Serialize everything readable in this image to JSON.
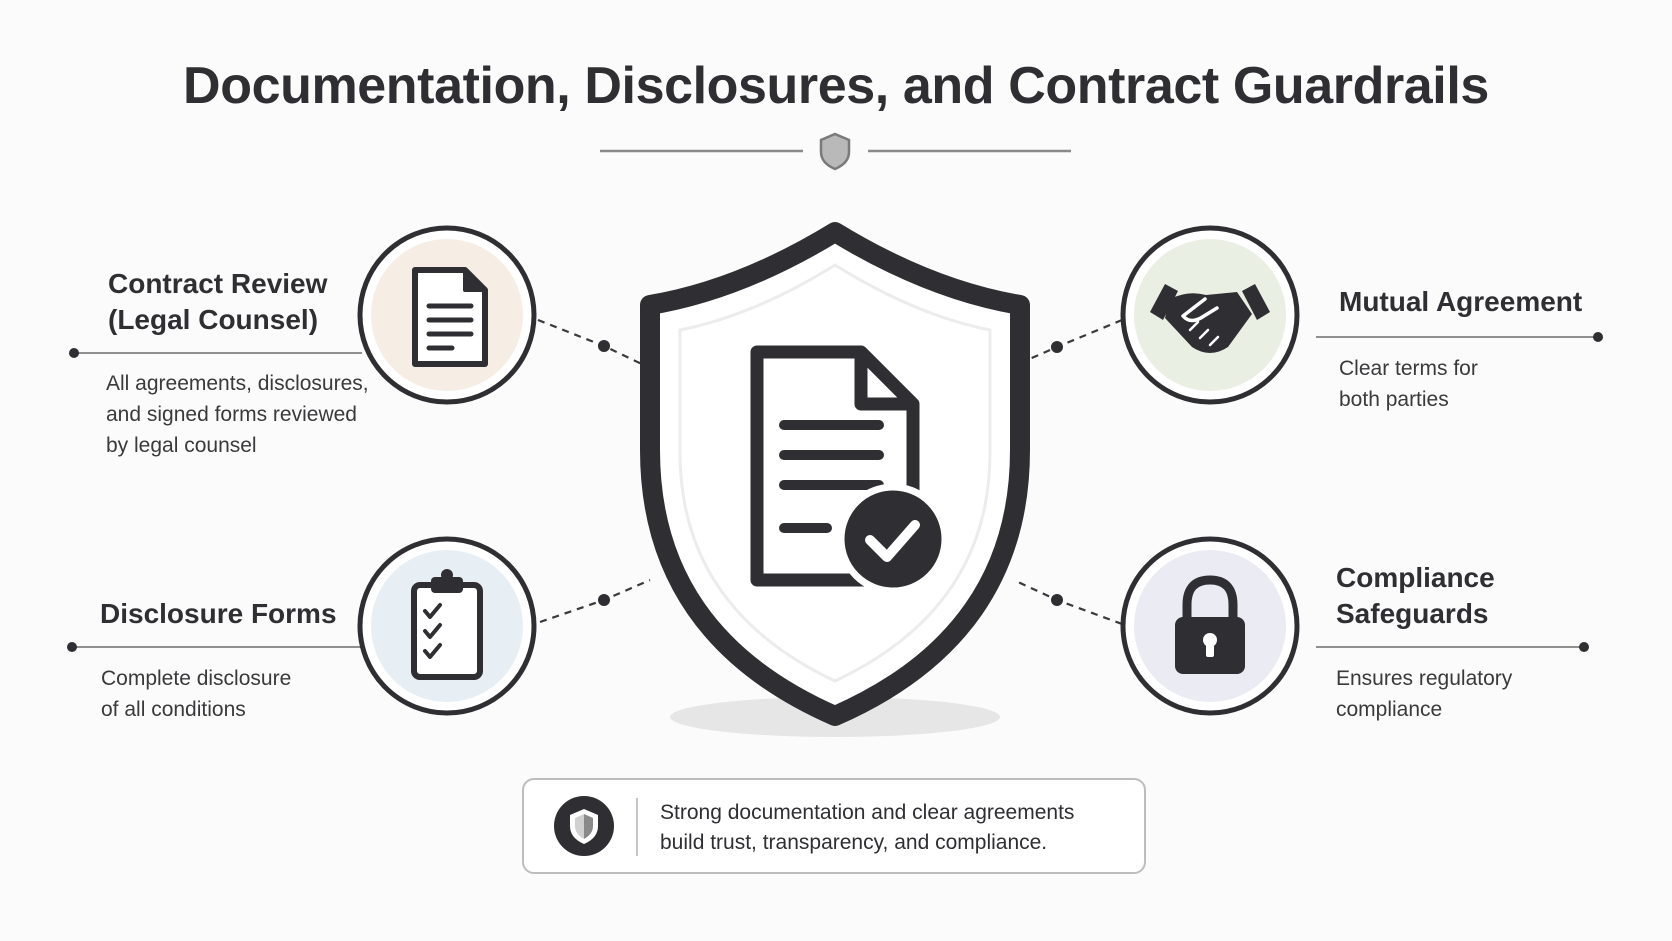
{
  "title": "Documentation, Disclosures, and Contract Guardrails",
  "center": {
    "icon": "shield-document-check-icon"
  },
  "items": {
    "contract_review": {
      "heading": "Contract Review\n(Legal Counsel)",
      "description": "All agreements, disclosures,\nand signed forms reviewed\nby legal counsel",
      "icon": "document-icon"
    },
    "disclosure_forms": {
      "heading": "Disclosure Forms",
      "description": "Complete disclosure\nof all conditions",
      "icon": "clipboard-checklist-icon"
    },
    "mutual_agreement": {
      "heading": "Mutual Agreement",
      "description": "Clear terms for\nboth parties",
      "icon": "handshake-icon"
    },
    "compliance_safeguards": {
      "heading": "Compliance\nSafeguards",
      "description": "Ensures regulatory\ncompliance",
      "icon": "padlock-icon"
    }
  },
  "note": {
    "text": "Strong documentation and clear agreements\nbuild trust, transparency, and compliance.",
    "icon": "shield-icon"
  },
  "colors": {
    "ink": "#2f2f33",
    "line": "#8f8f8f",
    "circle_peach": "#f6ede4",
    "circle_green": "#e9efe3",
    "circle_blue": "#e7eff4",
    "circle_lavender": "#ebebf4"
  }
}
